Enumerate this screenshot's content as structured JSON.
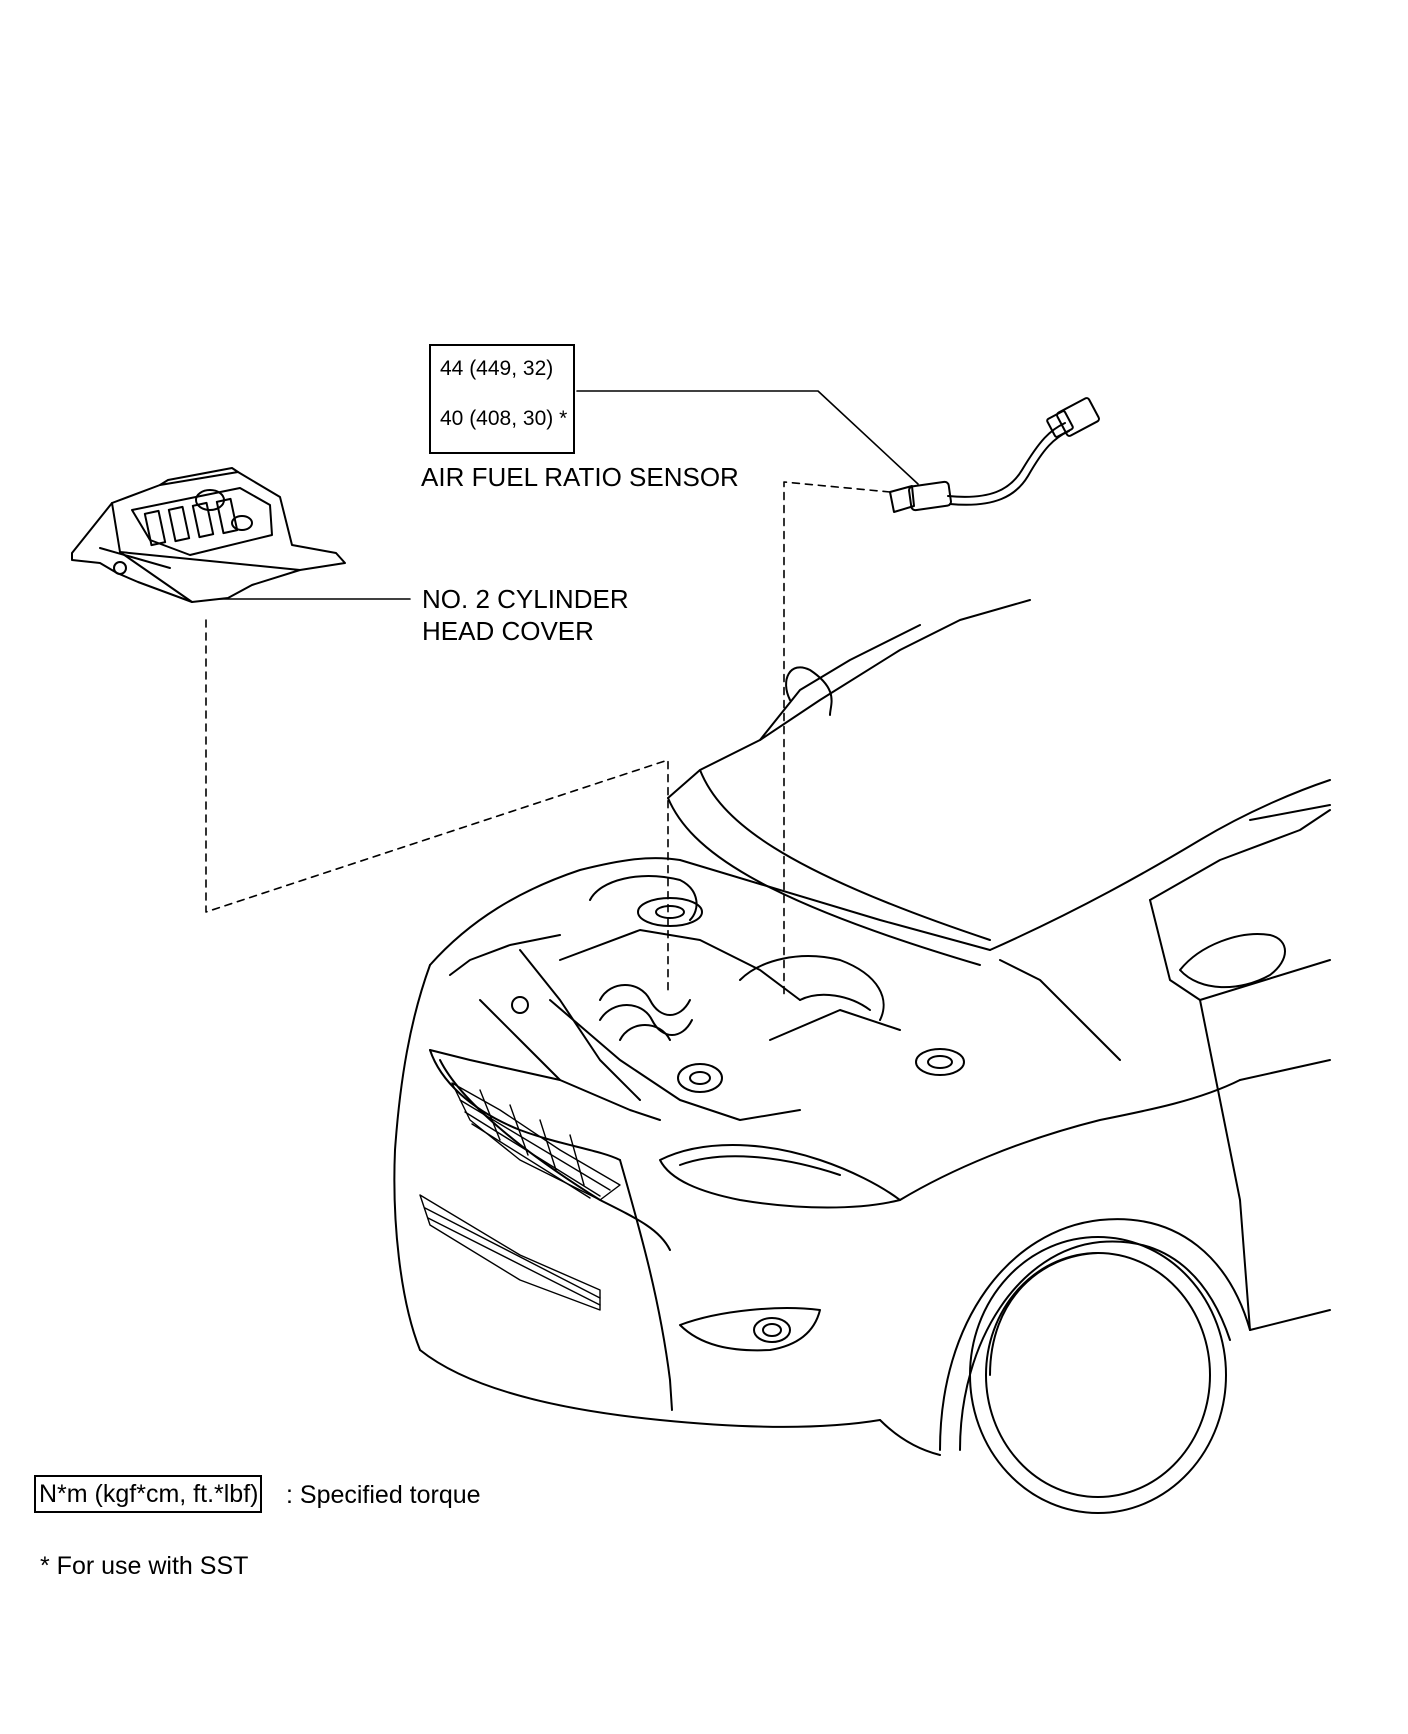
{
  "labels": {
    "sensor": "AIR FUEL RATIO SENSOR",
    "cover_line1": "NO. 2 CYLINDER",
    "cover_line2": "HEAD COVER"
  },
  "torque": {
    "value1": "44 (449, 32)",
    "value2": "40 (408, 30) *"
  },
  "legend": {
    "unit": "N*m (kgf*cm, ft.*lbf)",
    "description": ": Specified torque",
    "note": "* For use with SST"
  }
}
